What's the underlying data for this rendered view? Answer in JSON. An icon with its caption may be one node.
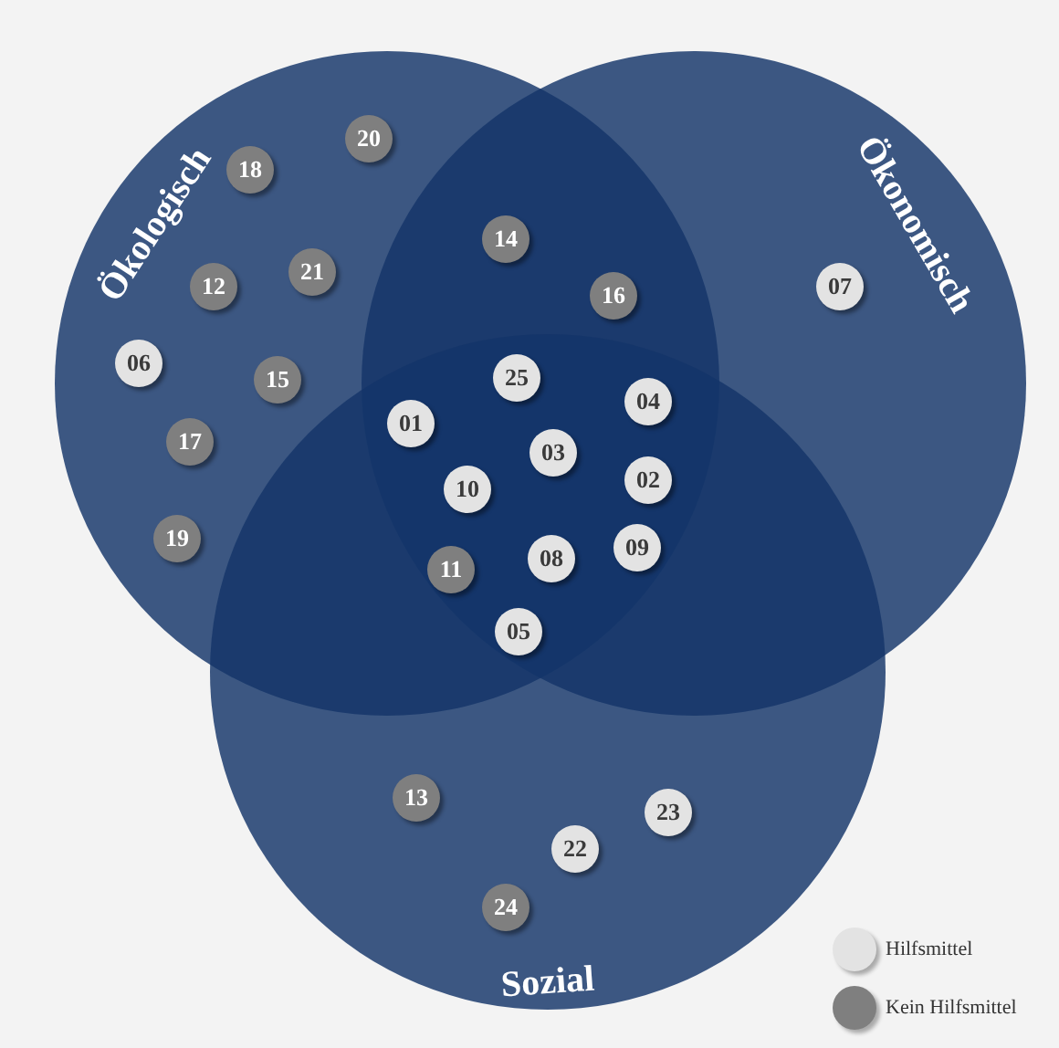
{
  "diagram": {
    "nodes": [
      {
        "text": [
          "Ökologisch"
        ]
      },
      {
        "text": [
          "Ökonomisch"
        ]
      },
      {
        "text": [
          "Sozial"
        ]
      },
      {
        "text": [
          "20"
        ],
        "in": 0
      },
      {
        "text": [
          "18"
        ],
        "in": 0
      },
      {
        "text": [
          "14"
        ]
      },
      {
        "text": [
          "21"
        ],
        "in": 0
      },
      {
        "text": [
          "12"
        ],
        "in": 0
      },
      {
        "text": [
          "07"
        ],
        "in": 1
      },
      {
        "text": [
          "16"
        ]
      },
      {
        "text": [
          "06"
        ],
        "in": 0
      },
      {
        "text": [
          "25"
        ]
      },
      {
        "text": [
          "15"
        ]
      },
      {
        "text": [
          "04"
        ]
      },
      {
        "text": [
          "01"
        ]
      },
      {
        "text": [
          "17"
        ],
        "in": 0
      },
      {
        "text": [
          "03"
        ]
      },
      {
        "text": [
          "10"
        ]
      },
      {
        "text": [
          "02"
        ]
      },
      {
        "text": [
          "19"
        ],
        "in": 0
      },
      {
        "text": [
          "09"
        ]
      },
      {
        "text": [
          "08"
        ]
      },
      {
        "text": [
          "11"
        ]
      },
      {
        "text": [
          "05"
        ]
      },
      {
        "text": [
          "13"
        ],
        "in": 2
      },
      {
        "text": [
          "23"
        ],
        "in": 2
      },
      {
        "text": [
          "22"
        ],
        "in": 2
      },
      {
        "text": [
          "24"
        ],
        "in": 2
      }
    ],
    "legend": [
      {
        "text": "Hilfsmittel",
        "color": "#e3e3e3"
      },
      {
        "text": "Kein Hilfsmittel",
        "color": "#7f7f7f"
      }
    ]
  }
}
